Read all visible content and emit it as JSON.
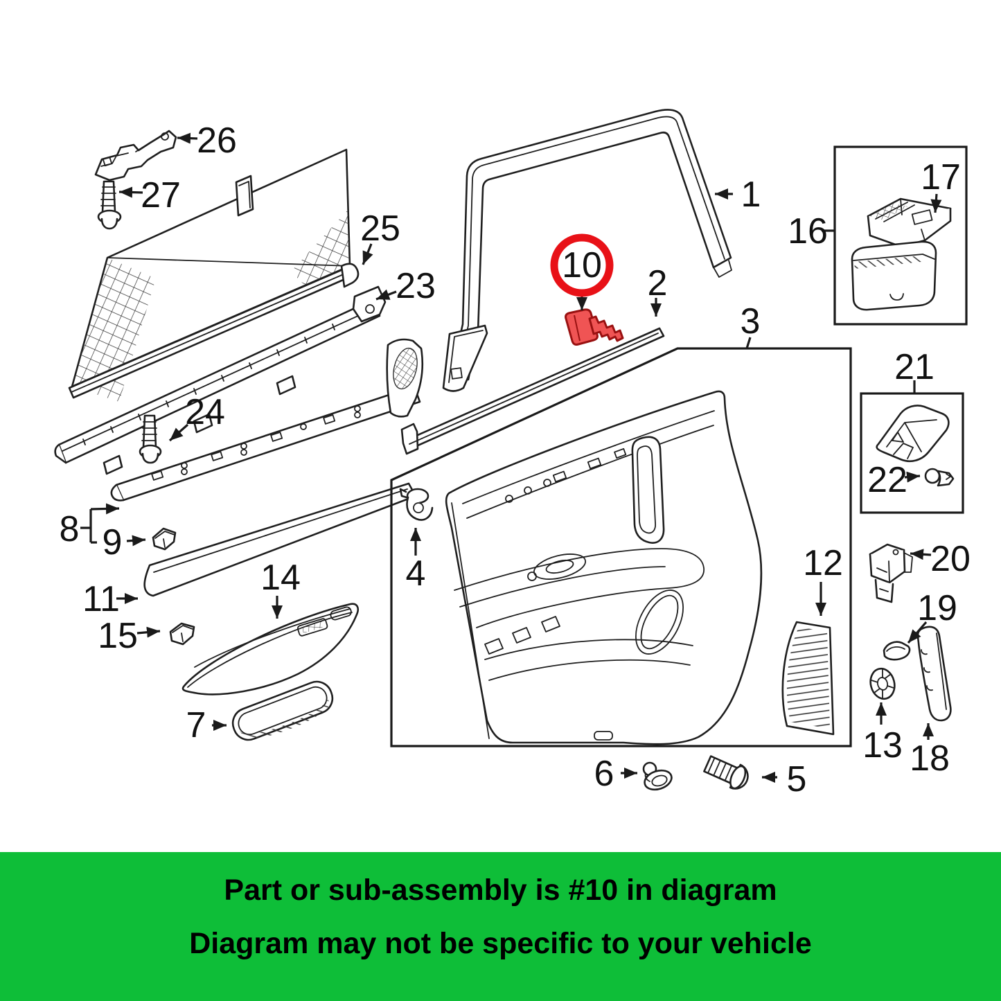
{
  "banner": {
    "line1": "Part or sub-assembly is #10 in diagram",
    "line2": "Diagram may not be specific to your vehicle",
    "bg_color": "#0ebe38",
    "text_color": "#000000"
  },
  "highlight": {
    "circled_part": "10",
    "circle_color": "#e81117",
    "part_fill": "#f05454",
    "part_stroke": "#991111"
  },
  "labels": {
    "p1": "1",
    "p2": "2",
    "p3": "3",
    "p4": "4",
    "p5": "5",
    "p6": "6",
    "p7": "7",
    "p8": "8",
    "p9": "9",
    "p10": "10",
    "p11": "11",
    "p12": "12",
    "p13": "13",
    "p14": "14",
    "p15": "15",
    "p16": "16",
    "p17": "17",
    "p18": "18",
    "p19": "19",
    "p20": "20",
    "p21": "21",
    "p22": "22",
    "p23": "23",
    "p24": "24",
    "p25": "25",
    "p26": "26",
    "p27": "27"
  }
}
